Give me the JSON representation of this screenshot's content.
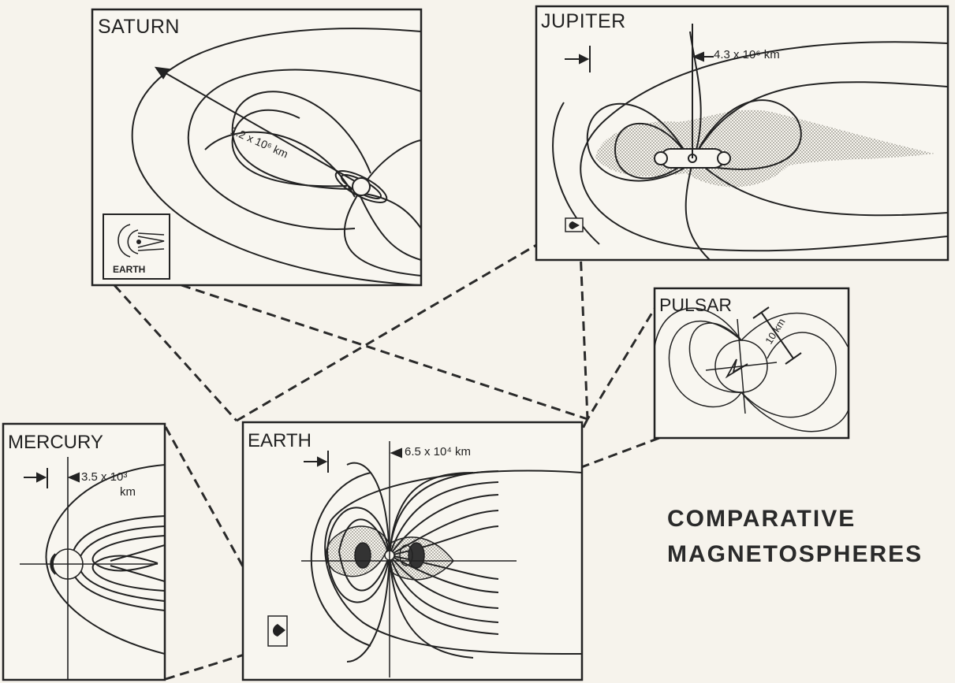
{
  "title": {
    "line1": "COMPARATIVE",
    "line2": "MAGNETOSPHERES"
  },
  "panels": {
    "saturn": {
      "label": "SATURN",
      "scale": "1.2 x 10⁶ km",
      "inset_label": "EARTH"
    },
    "jupiter": {
      "label": "JUPITER",
      "scale": "4.3 x 10⁶ km"
    },
    "pulsar": {
      "label": "PULSAR",
      "scale": "10 km"
    },
    "earth": {
      "label": "EARTH",
      "scale": "6.5 x 10⁴ km"
    },
    "mercury": {
      "label": "MERCURY",
      "scale_line1": "3.5 x 10³",
      "scale_line2": "km"
    }
  },
  "colors": {
    "ink": "#222222",
    "paper": "#f6f3ec",
    "stipple": "#bdbab2"
  }
}
